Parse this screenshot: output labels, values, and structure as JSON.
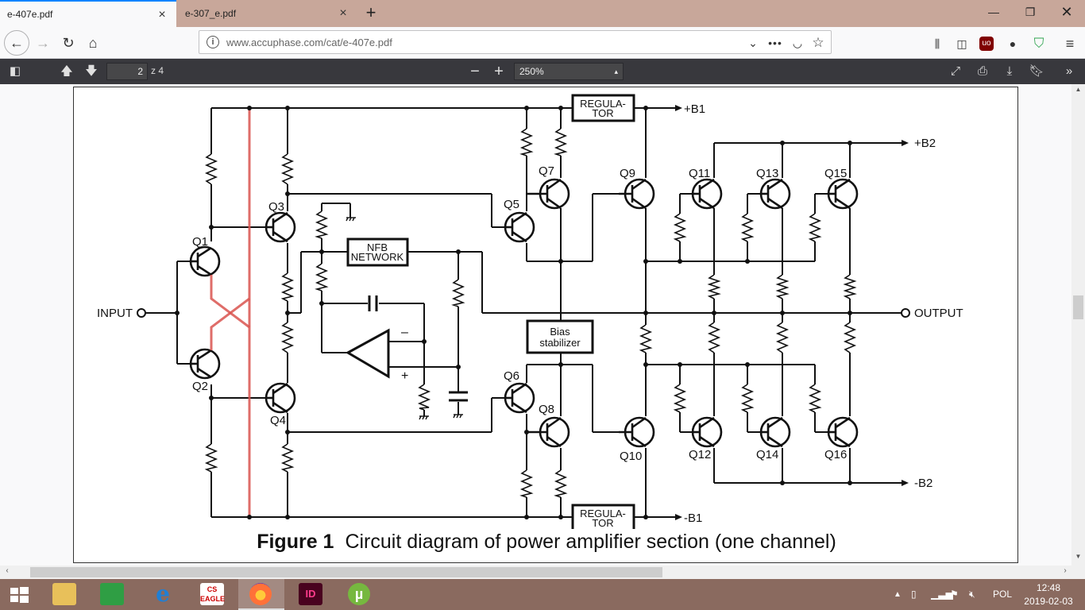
{
  "tabs": [
    {
      "title": "e-407e.pdf",
      "active": true
    },
    {
      "title": "e-307_e.pdf",
      "active": false
    }
  ],
  "window": {
    "minimize": "—",
    "maximize": "❐",
    "close": "✕"
  },
  "nav": {
    "url": "www.accuphase.com/cat/e-407e.pdf",
    "back": "←",
    "forward": "→",
    "reload": "↻",
    "home": "⌂"
  },
  "pdf_toolbar": {
    "page_number": "2",
    "page_count": "z 4",
    "zoom": "250%"
  },
  "diagram": {
    "caption_label": "Figure 1",
    "caption_text": "Circuit diagram of power amplifier section (one channel)",
    "input_label": "INPUT",
    "output_label": "OUTPUT",
    "rail_pos_b1": "+B1",
    "rail_neg_b1": "-B1",
    "rail_pos_b2": "+B2",
    "rail_neg_b2": "-B2",
    "regulator_label_1": "REGULA-",
    "regulator_label_2": "TOR",
    "nfb_label_1": "NFB",
    "nfb_label_2": "NETWORK",
    "bias_label_1": "Bias",
    "bias_label_2": "stabilizer",
    "opamp_minus": "–",
    "opamp_plus": "+",
    "transistors": [
      "Q1",
      "Q2",
      "Q3",
      "Q4",
      "Q5",
      "Q6",
      "Q7",
      "Q8",
      "Q9",
      "Q10",
      "Q11",
      "Q12",
      "Q13",
      "Q14",
      "Q15",
      "Q16"
    ],
    "highlight_color": "#d9534f"
  },
  "taskbar": {
    "lang": "POL",
    "time": "12:48",
    "date": "2019-02-03",
    "apps": {
      "explorer": "",
      "store": "",
      "ie": "e",
      "eagle": "CS EAGLE",
      "firefox": "",
      "indesign": "ID",
      "utorrent": "µ"
    }
  }
}
